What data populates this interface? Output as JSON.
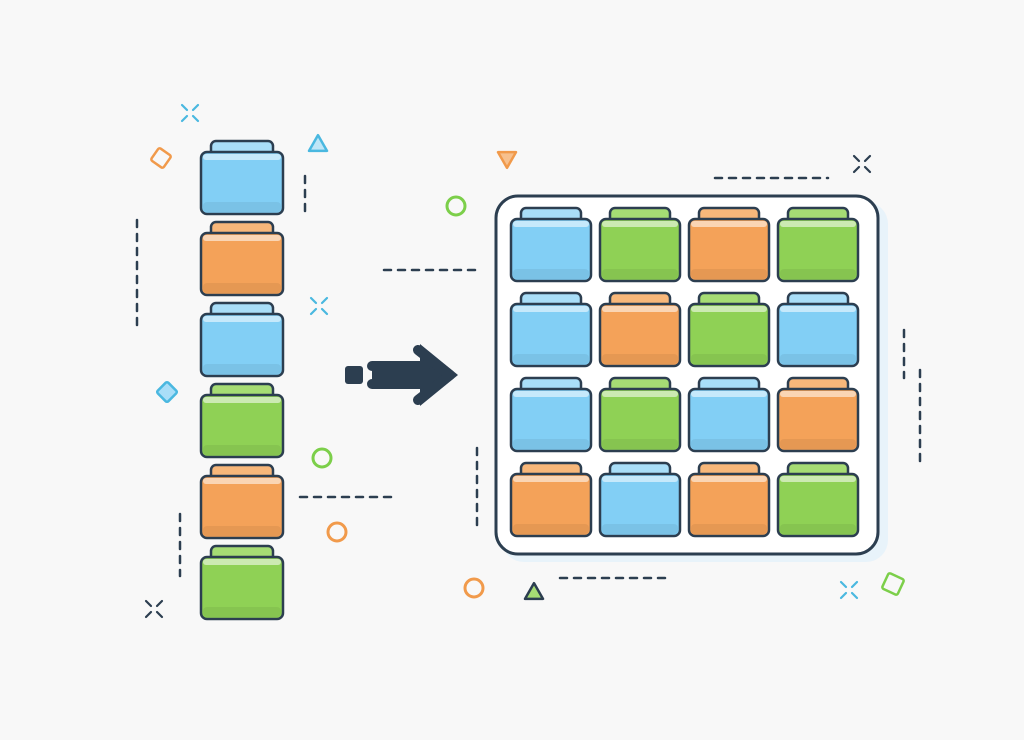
{
  "colors": {
    "background": "#f8f8f8",
    "outline": "#2c3e50",
    "blue": "#82cff5",
    "blue_tab": "#a9def8",
    "green": "#8fd155",
    "green_tab": "#a6dc74",
    "orange": "#f4a259",
    "orange_tab": "#f7b77a",
    "accent_cyan": "#4ab8e0",
    "accent_orange": "#f19a4b",
    "accent_green": "#7ccf4a"
  },
  "column_folders": [
    "blue",
    "orange",
    "blue",
    "green",
    "orange",
    "green"
  ],
  "grid_folders": [
    [
      "blue",
      "green",
      "orange",
      "green"
    ],
    [
      "blue",
      "orange",
      "green",
      "blue"
    ],
    [
      "blue",
      "green",
      "blue",
      "orange"
    ],
    [
      "orange",
      "blue",
      "orange",
      "green"
    ]
  ],
  "arrow_icon": "arrow-right-icon",
  "decorations": [
    "sparkle-icon",
    "triangle-icon",
    "diamond-icon",
    "circle-icon",
    "dashed-line"
  ]
}
